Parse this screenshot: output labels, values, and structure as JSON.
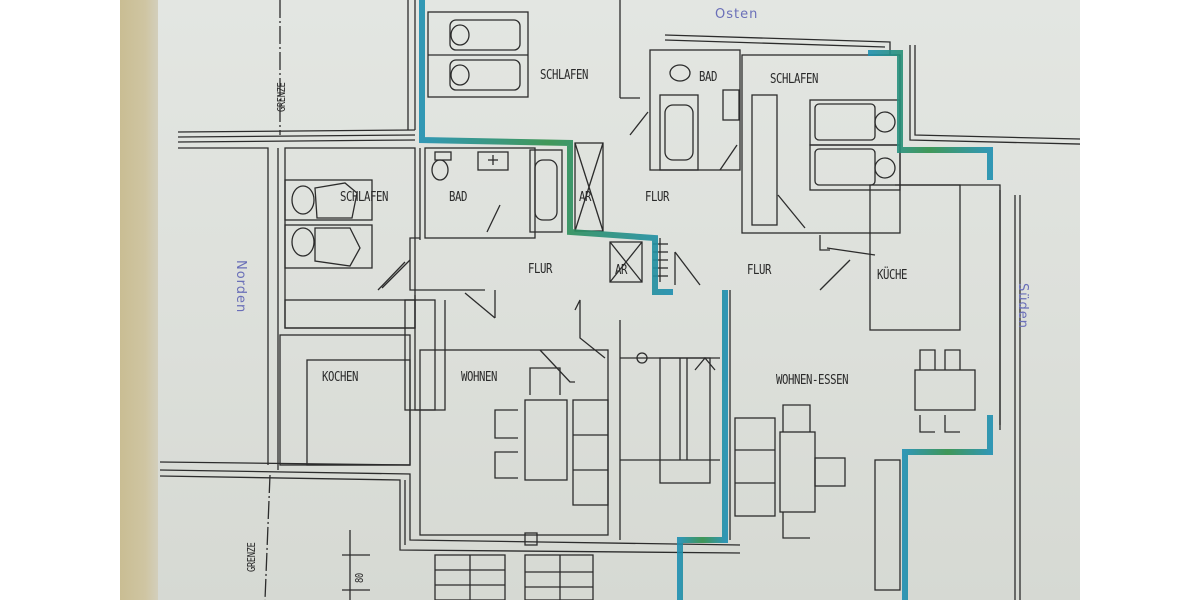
{
  "plan": {
    "compass": {
      "north": "Norden",
      "east": "Osten",
      "south": "Süden"
    },
    "boundary_labels": [
      "GRENZE",
      "GRENZE"
    ],
    "dimension": "80",
    "rooms": {
      "schlafen_left": "SCHLAFEN",
      "schlafen_top": "SCHLAFEN",
      "schlafen_right": "SCHLAFEN",
      "bad_left": "BAD",
      "bad_right": "BAD",
      "ar_upper": "AR",
      "ar_lower": "AR",
      "flur_left": "FLUR",
      "flur_center": "FLUR",
      "flur_right": "FLUR",
      "kueche": "KÜCHE",
      "kochen": "KOCHEN",
      "wohnen": "WOHNEN",
      "wohnen_essen": "WOHNEN-ESSEN"
    },
    "colors": {
      "paper": "#dfe2de",
      "line": "#2c2c2c",
      "wall_highlight_green": "#2f8f4a",
      "wall_highlight_blue": "#1e8fb0",
      "handwriting": "#6a6fb8"
    }
  }
}
